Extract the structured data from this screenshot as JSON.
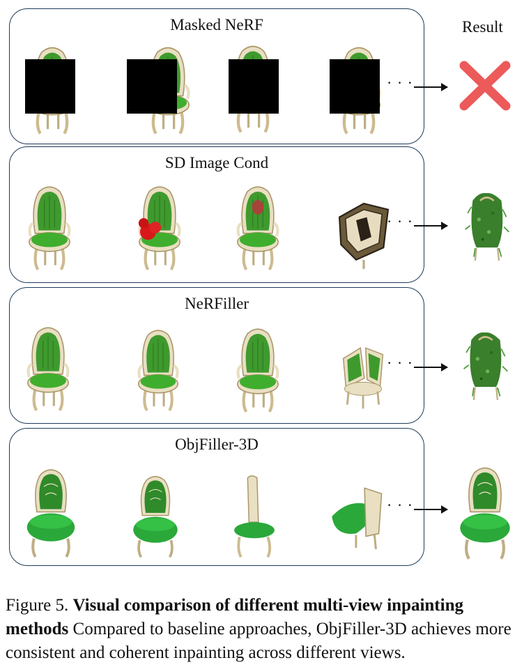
{
  "panels": [
    {
      "title": "Masked NeRF",
      "result": "cross"
    },
    {
      "title": "SD Image Cond",
      "result": "noisy-chair"
    },
    {
      "title": "NeRFiller",
      "result": "noisy-chair"
    },
    {
      "title": "ObjFiller-3D",
      "result": "clean-chair"
    }
  ],
  "result_header": "Result",
  "ellipsis": "· · ·",
  "caption": {
    "label": "Figure 5.",
    "bold": "Visual comparison of different multi-view inpainting methods",
    "text": "Compared to baseline approaches, ObjFiller-3D achieves more consistent and coherent inpainting across different views."
  },
  "colors": {
    "chair_green": "#3f9a2e",
    "wood": "#e9dfc2",
    "frame": "#1f3b5a",
    "cross": "#ec5a5a",
    "mask": "#000000"
  }
}
